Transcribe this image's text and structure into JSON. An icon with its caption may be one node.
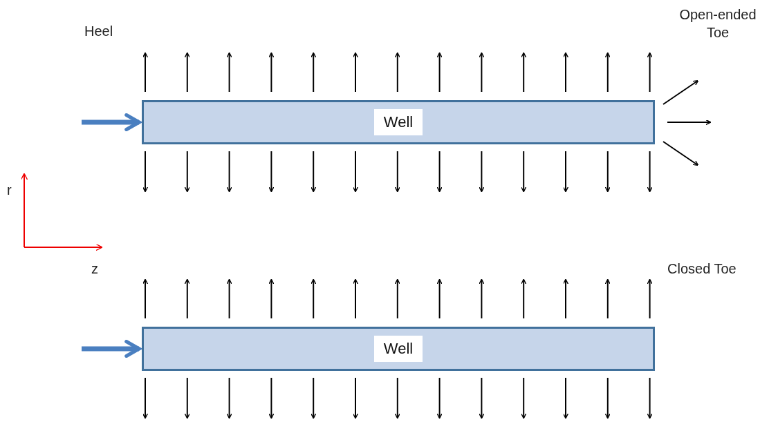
{
  "diagram": {
    "nodes": [
      {
        "text": [
          "Well"
        ]
      },
      {
        "text": [
          "Well"
        ]
      }
    ],
    "edges": [
      {
        "from": null,
        "to": 0,
        "arrow": "to"
      },
      {
        "from": null,
        "to": 1,
        "arrow": "to"
      }
    ],
    "labels": [
      "Heel",
      "Open-ended Toe",
      "r",
      "z",
      "Closed Toe"
    ]
  }
}
